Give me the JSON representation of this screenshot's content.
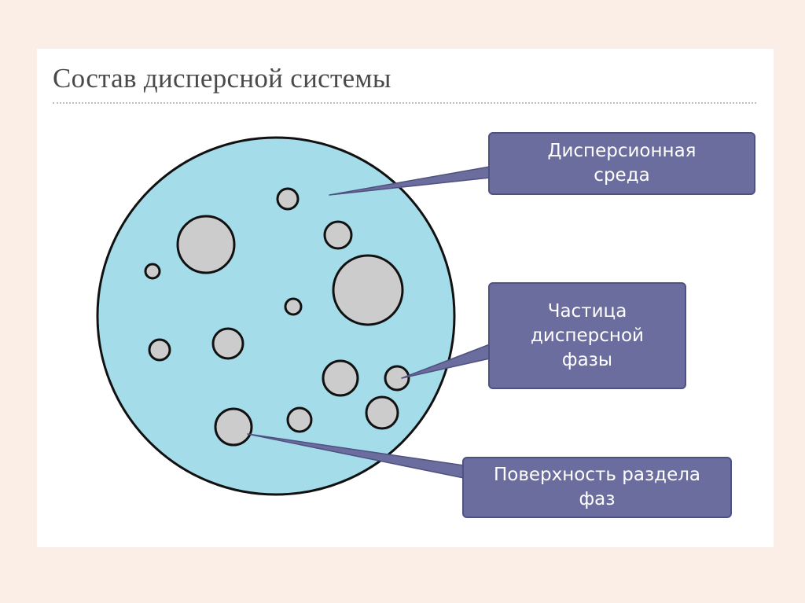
{
  "slide": {
    "title": "Состав дисперсной системы"
  },
  "callouts": {
    "dispersion_medium": {
      "line1": "Дисперсионная",
      "line2": "среда"
    },
    "particle": {
      "line1": "Частица",
      "line2": "дисперсной",
      "line3": "фазы"
    },
    "interface": {
      "line1": "Поверхность раздела",
      "line2": "фаз"
    }
  },
  "colors": {
    "background": "#faeee6",
    "slide": "#ffffff",
    "medium_fill": "#a5dce9",
    "particle_fill": "#cccccc",
    "outline": "#111111",
    "callout_fill": "#6b6d9e",
    "callout_border": "#4f5180",
    "callout_text": "#ffffff",
    "title_text": "#4a4a4a"
  }
}
